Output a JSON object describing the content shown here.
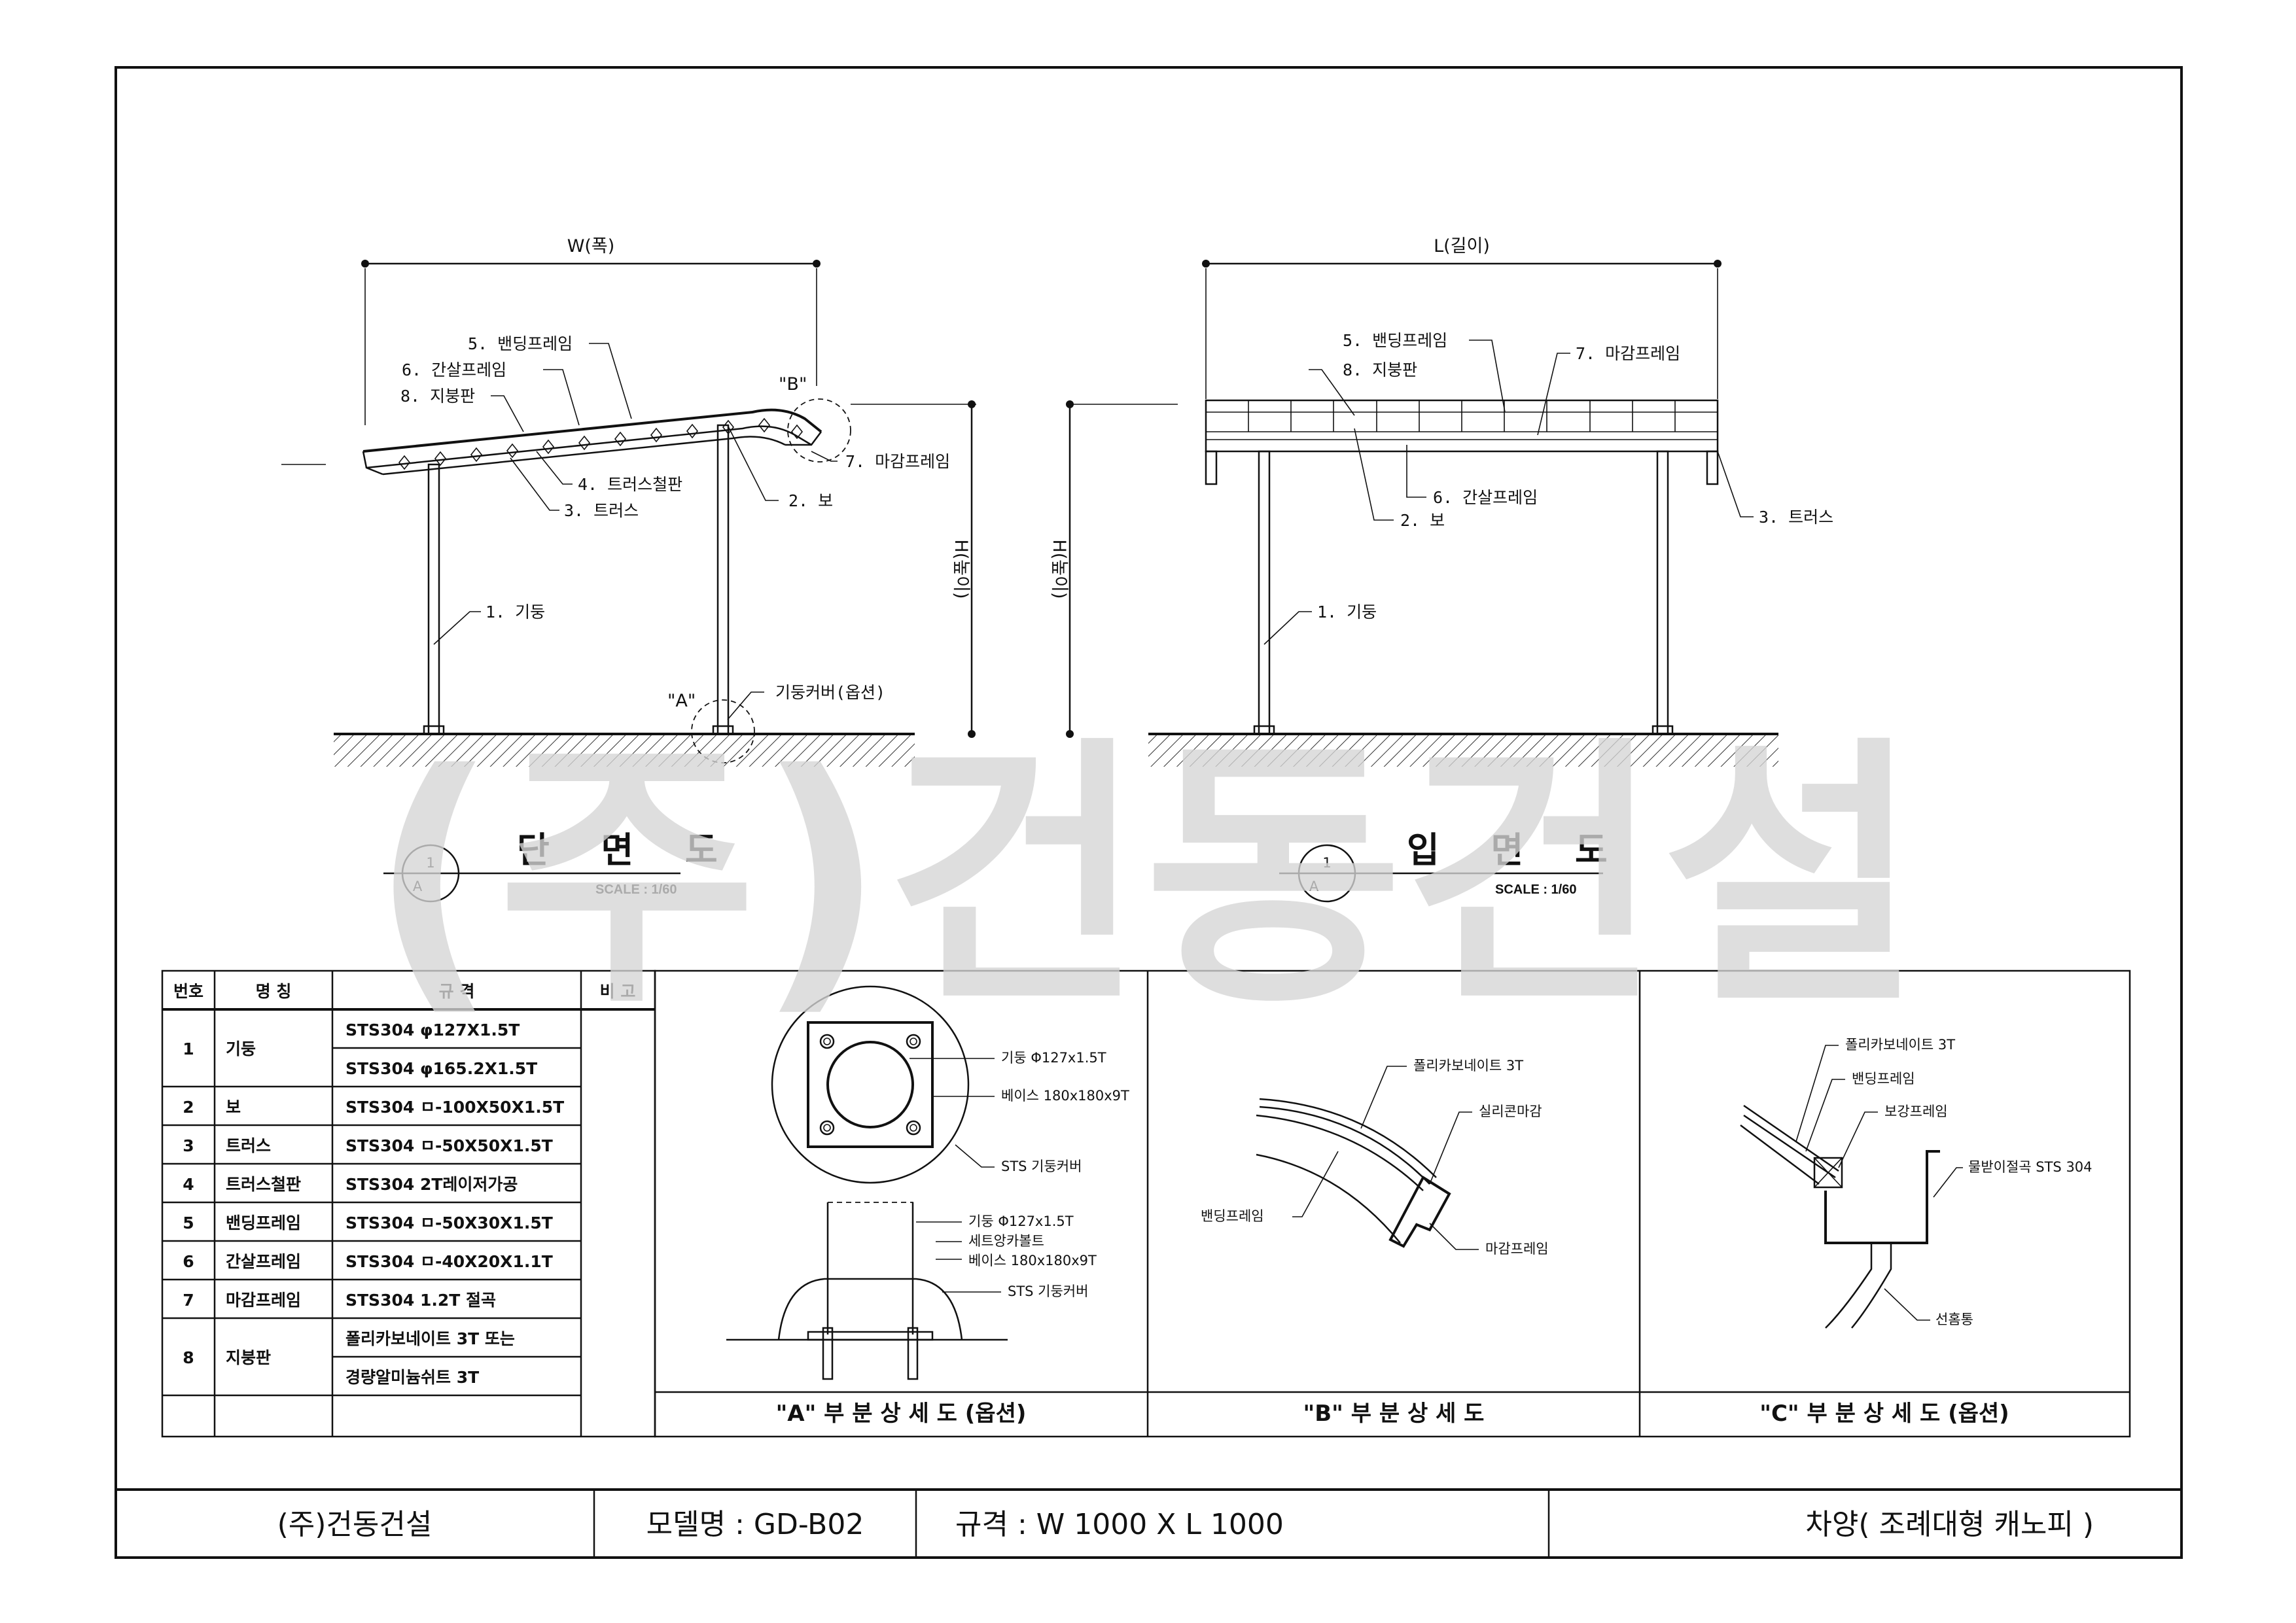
{
  "watermark": "(주)건동건설",
  "section_view": {
    "title": "단 면 도",
    "scale": "SCALE : 1/60",
    "marker_num": "1",
    "marker_sheet": "A",
    "width_dim": "W(폭)",
    "height_dim": "H(높이)",
    "callouts": [
      "5. 밴딩프레임",
      "6. 간살프레임",
      "8. 지붕판",
      "4. 트러스철판",
      "3. 트러스",
      "2. 보",
      "7. 마감프레임",
      "1. 기둥",
      "기둥커버(옵션)"
    ],
    "detail_a": "\"A\"",
    "detail_b": "\"B\""
  },
  "elevation_view": {
    "title": "입 면 도",
    "scale": "SCALE : 1/60",
    "marker_num": "1",
    "marker_sheet": "A",
    "length_dim": "L(길이)",
    "height_dim": "H(높이)",
    "callouts": [
      "5. 밴딩프레임",
      "8. 지붕판",
      "7. 마감프레임",
      "6. 간살프레임",
      "2. 보",
      "3. 트러스",
      "1. 기둥"
    ]
  },
  "parts_table": {
    "headers": [
      "번호",
      "명 칭",
      "규 격",
      "비 고"
    ],
    "rows": [
      {
        "no": "1",
        "name": "기둥",
        "specs": [
          "STS304 φ127X1.5T",
          "STS304 φ165.2X1.5T"
        ]
      },
      {
        "no": "2",
        "name": "보",
        "specs": [
          "STS304 ㅁ-100X50X1.5T"
        ]
      },
      {
        "no": "3",
        "name": "트러스",
        "specs": [
          "STS304 ㅁ-50X50X1.5T"
        ]
      },
      {
        "no": "4",
        "name": "트러스철판",
        "specs": [
          "STS304  2T레이저가공"
        ]
      },
      {
        "no": "5",
        "name": "밴딩프레임",
        "specs": [
          "STS304 ㅁ-50X30X1.5T"
        ]
      },
      {
        "no": "6",
        "name": "간살프레임",
        "specs": [
          "STS304 ㅁ-40X20X1.1T"
        ]
      },
      {
        "no": "7",
        "name": "마감프레임",
        "specs": [
          "STS304 1.2T 절곡"
        ]
      },
      {
        "no": "8",
        "name": "지붕판",
        "specs": [
          "폴리카보네이트 3T 또는",
          "경량알미늄쉬트 3T"
        ]
      }
    ]
  },
  "detail_a": {
    "caption": "\"A\" 부 분 상 세 도 (옵션)",
    "plan_labels": [
      "기둥 Φ127x1.5T",
      "베이스 180x180x9T",
      "STS 기둥커버"
    ],
    "section_labels": [
      "기둥 Φ127x1.5T",
      "세트앙카볼트",
      "베이스 180x180x9T",
      "STS 기둥커버"
    ]
  },
  "detail_b": {
    "caption": "\"B\" 부 분 상 세 도",
    "labels": [
      "폴리카보네이트 3T",
      "실리콘마감",
      "밴딩프레임",
      "마감프레임"
    ]
  },
  "detail_c": {
    "caption": "\"C\" 부 분 상 세 도 (옵션)",
    "labels": [
      "폴리카보네이트 3T",
      "밴딩프레임",
      "보강프레임",
      "물받이절곡 STS 304",
      "선홈통"
    ]
  },
  "title_block": {
    "company": "(주)건동건설",
    "model": "모델명 : GD-B02",
    "spec": "규격 : W 1000 X L 1000",
    "product": "차양( 조례대형 캐노피 )"
  }
}
